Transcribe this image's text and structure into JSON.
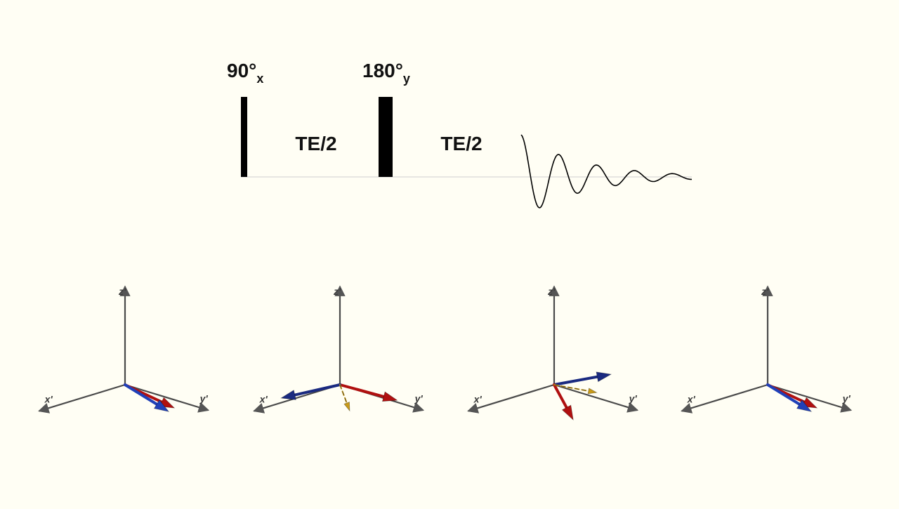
{
  "sequence": {
    "pulse_90": {
      "text": "90°",
      "sub": "x"
    },
    "pulse_180": {
      "text": "180°",
      "sub": "y"
    },
    "delays": [
      "TE/2",
      "TE/2"
    ]
  },
  "frames": [
    {
      "axis_labels": {
        "z": "z'",
        "x": "x'",
        "y": "y'"
      },
      "vectors": [
        {
          "name": "red-vector",
          "color": "#b01010",
          "style": "solid",
          "azimuth_deg": -20
        },
        {
          "name": "blue-vector",
          "color": "#2040b8",
          "style": "solid",
          "azimuth_deg": -28
        }
      ]
    },
    {
      "axis_labels": {
        "z": "z'",
        "x": "x'",
        "y": "y'"
      },
      "vectors": [
        {
          "name": "red-vector",
          "color": "#b01010",
          "style": "solid",
          "azimuth_deg": -5
        },
        {
          "name": "blue-vector",
          "color": "#1a2a80",
          "style": "solid",
          "azimuth_deg": 215
        },
        {
          "name": "gold-vector",
          "color": "#c89a18",
          "style": "dashed",
          "azimuth_deg": -60
        }
      ]
    },
    {
      "axis_labels": {
        "z": "z'",
        "x": "x'",
        "y": "y'"
      },
      "vectors": [
        {
          "name": "blue-vector",
          "color": "#1a2a80",
          "style": "solid",
          "azimuth_deg": 40
        },
        {
          "name": "red-vector",
          "color": "#b01010",
          "style": "solid",
          "azimuth_deg": -55
        },
        {
          "name": "gold-vector",
          "color": "#c89a18",
          "style": "dashed",
          "azimuth_deg": 5
        }
      ]
    },
    {
      "axis_labels": {
        "z": "z'",
        "x": "x'",
        "y": "y'"
      },
      "vectors": [
        {
          "name": "red-vector",
          "color": "#b01010",
          "style": "solid",
          "azimuth_deg": -20
        },
        {
          "name": "blue-vector",
          "color": "#2040b8",
          "style": "solid",
          "azimuth_deg": -28
        }
      ]
    }
  ]
}
